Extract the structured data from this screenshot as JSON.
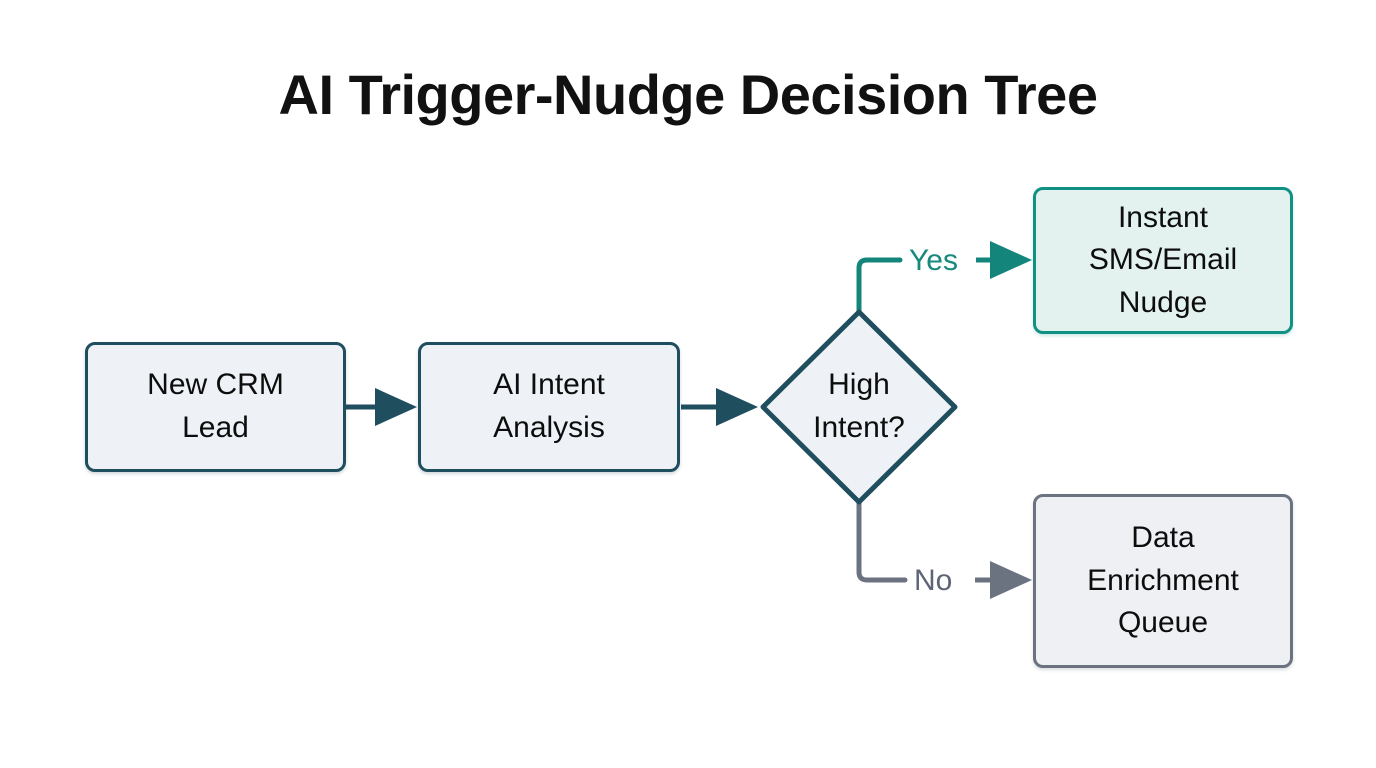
{
  "page": {
    "title": "AI Trigger-Nudge Decision Tree",
    "background_color": "#ffffff"
  },
  "chart_data": {
    "type": "diagram",
    "diagram_kind": "flowchart",
    "title": "AI Trigger-Nudge Decision Tree",
    "orientation": "left-to-right",
    "nodes": [
      {
        "id": "new-crm-lead",
        "label": "New CRM\nLead",
        "shape": "rounded-rectangle",
        "style": "process",
        "fill": "#eef2f6",
        "stroke": "#1f4e5f"
      },
      {
        "id": "ai-intent-analysis",
        "label": "AI Intent\nAnalysis",
        "shape": "rounded-rectangle",
        "style": "process",
        "fill": "#eef2f6",
        "stroke": "#1f4e5f"
      },
      {
        "id": "high-intent",
        "label": "High\nIntent?",
        "shape": "diamond",
        "style": "decision",
        "fill": "#eef2f6",
        "stroke": "#1f4e5f"
      },
      {
        "id": "instant-sms-email-nudge",
        "label": "Instant\nSMS/Email\nNudge",
        "shape": "rounded-rectangle",
        "style": "success",
        "fill": "#e3f2ee",
        "stroke": "#109184"
      },
      {
        "id": "data-enrichment-queue",
        "label": "Data\nEnrichment\nQueue",
        "shape": "rounded-rectangle",
        "style": "neutral",
        "fill": "#eef0f3",
        "stroke": "#6b7280"
      }
    ],
    "edges": [
      {
        "from": "new-crm-lead",
        "to": "ai-intent-analysis",
        "label": "",
        "color": "#1f4e5f"
      },
      {
        "from": "ai-intent-analysis",
        "to": "high-intent",
        "label": "",
        "color": "#1f4e5f"
      },
      {
        "from": "high-intent",
        "to": "instant-sms-email-nudge",
        "label": "Yes",
        "color": "#17897c"
      },
      {
        "from": "high-intent",
        "to": "data-enrichment-queue",
        "label": "No",
        "color": "#6b7280"
      }
    ]
  },
  "nodes": {
    "new_crm_lead": {
      "label": "New CRM\nLead"
    },
    "ai_intent_analysis": {
      "label": "AI Intent\nAnalysis"
    },
    "high_intent": {
      "label": "High\nIntent?"
    },
    "instant_nudge": {
      "label": "Instant\nSMS/Email\nNudge"
    },
    "data_enrichment": {
      "label": "Data\nEnrichment\nQueue"
    }
  },
  "edge_labels": {
    "yes": "Yes",
    "no": "No"
  },
  "colors": {
    "process_stroke": "#1f4e5f",
    "process_fill": "#eef2f6",
    "success_stroke": "#109184",
    "success_fill": "#e3f2ee",
    "neutral_stroke": "#6b7280",
    "neutral_fill": "#eef0f3",
    "yes_label": "#17897c",
    "no_label": "#5d6575",
    "title": "#111111"
  }
}
